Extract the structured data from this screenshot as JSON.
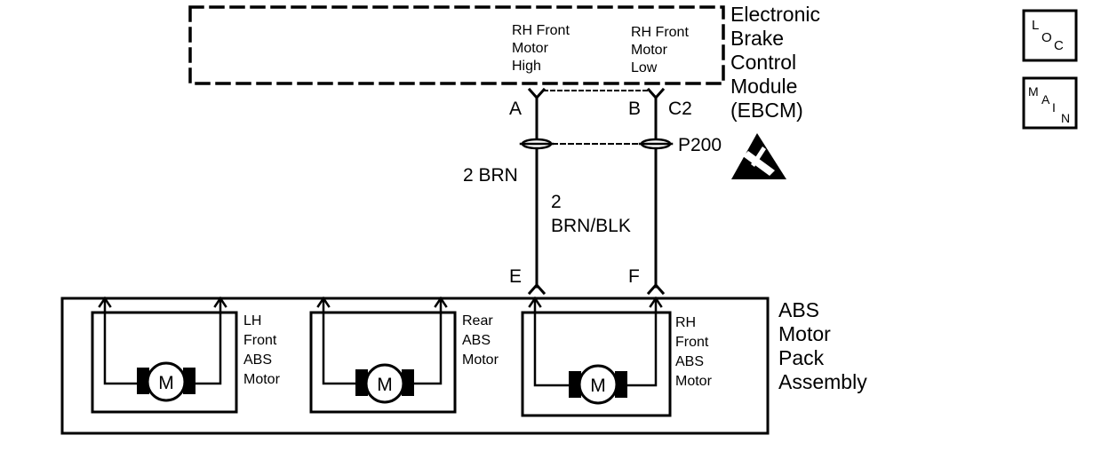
{
  "ebcm": {
    "label_lines": [
      "Electronic",
      "Brake",
      "Control",
      "Module",
      "(EBCM)"
    ],
    "pin_high_lines": [
      "RH Front",
      "Motor",
      "High"
    ],
    "pin_low_lines": [
      "RH Front",
      "Motor",
      "Low"
    ],
    "connector": "C2",
    "pin_a": "A",
    "pin_b": "B"
  },
  "inline_connector": {
    "name": "P200"
  },
  "wires": {
    "left": "2 BRN",
    "right_lines": [
      "2",
      "BRN/BLK"
    ]
  },
  "motor_pack": {
    "label_lines": [
      "ABS",
      "Motor",
      "Pack",
      "Assembly"
    ],
    "pin_e": "E",
    "pin_f": "F",
    "motor_symbol": "M",
    "motors": [
      {
        "label_lines": [
          "LH",
          "Front",
          "ABS",
          "Motor"
        ]
      },
      {
        "label_lines": [
          "Rear",
          "ABS",
          "Motor"
        ]
      },
      {
        "label_lines": [
          "RH",
          "Front",
          "ABS",
          "Motor"
        ]
      }
    ]
  },
  "nav": {
    "loc": [
      "L",
      "O",
      "C"
    ],
    "main": [
      "M",
      "A",
      "I",
      "N"
    ]
  },
  "icons": {
    "esd": "esd-warning-icon"
  }
}
